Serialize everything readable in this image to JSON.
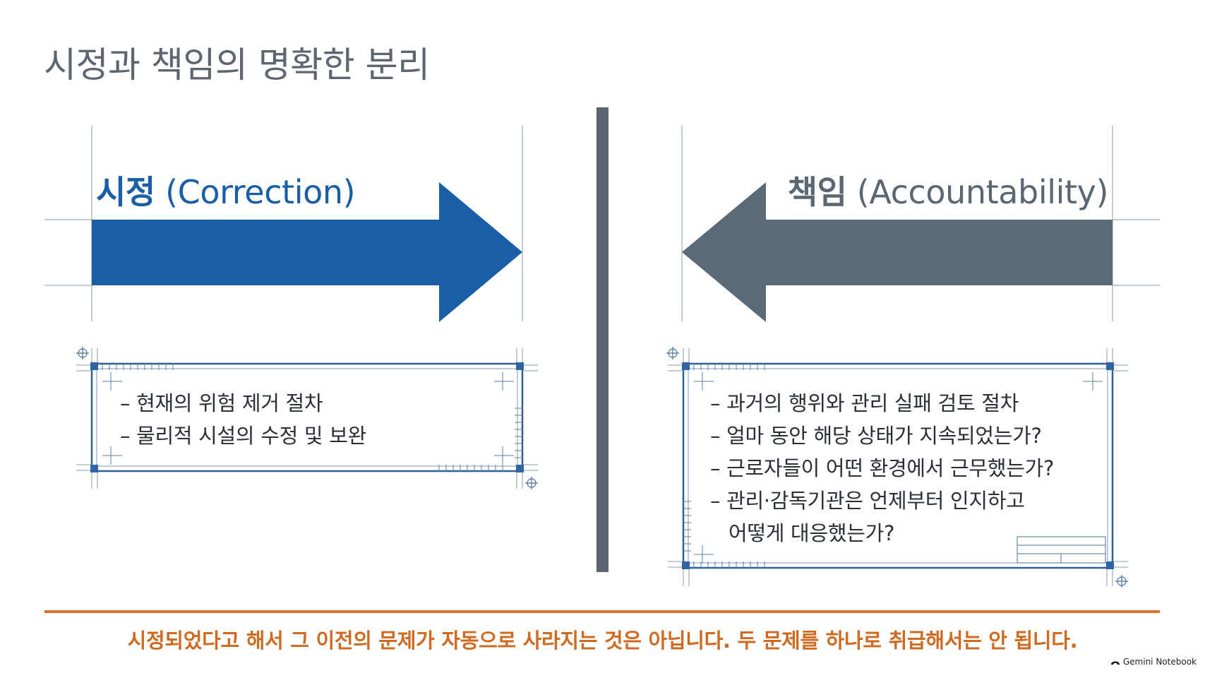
{
  "slide": {
    "title": "시정과 책임의 명확한 분리",
    "footer_note": "시정되었다고 해서 그 이전의 문제가 자동으로 사라지는 것은 아닙니다. 두 문제를 하나로 취급해서는 안 됩니다.",
    "watermark": "Gemini Notebook"
  },
  "left": {
    "heading_main": "시정",
    "heading_sub": "(Correction)",
    "bullets": [
      "– 현재의 위험 제거 절차",
      "– 물리적 시설의 수정 및 보완"
    ]
  },
  "right": {
    "heading_main": "책임",
    "heading_sub": "(Accountability)",
    "bullets": [
      "– 과거의 행위와 관리 실패 검토 절차",
      "– 얼마 동안 해당 상태가 지속되었는가?",
      "– 근로자들이 어떤 환경에서 근무했는가?",
      "– 관리·감독기관은 언제부터 인지하고",
      "어떻게 대응했는가?"
    ]
  },
  "colors": {
    "correction_blue": "#1a5ea7",
    "accountability_gray": "#5b6a77",
    "divider": "#5a6570",
    "accent_orange": "#d8732f",
    "blueprint_line": "#2f5f94"
  }
}
